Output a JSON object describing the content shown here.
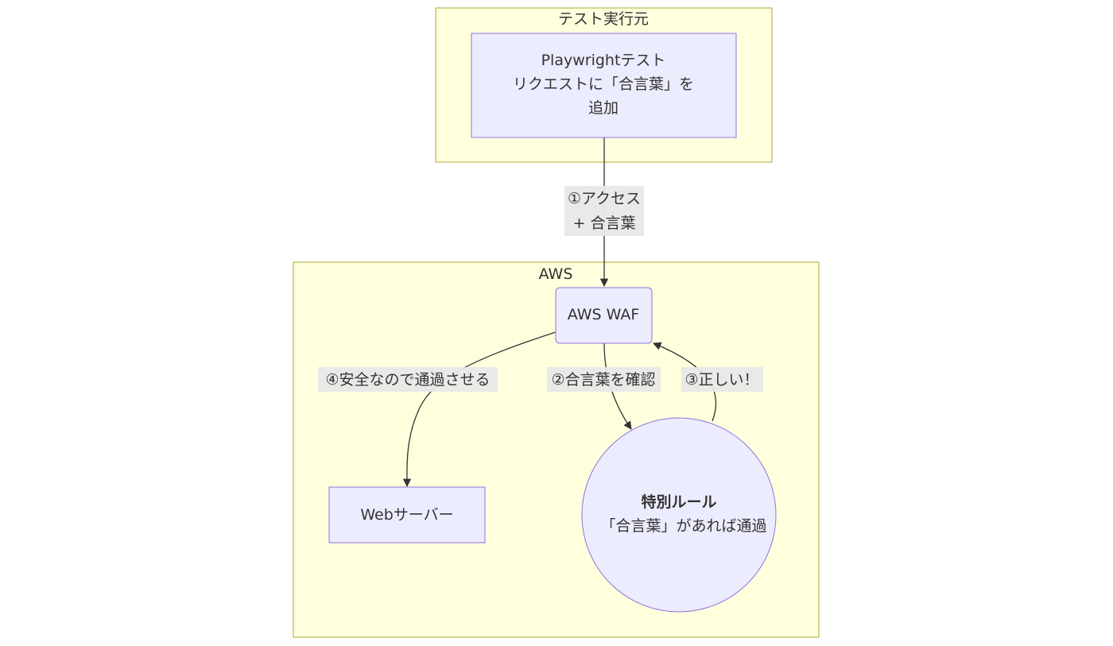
{
  "clusters": {
    "test_origin": {
      "label": "テスト実行元"
    },
    "aws": {
      "label": "AWS"
    }
  },
  "nodes": {
    "playwright": {
      "lines": [
        "Playwrightテスト",
        "リクエストに「合言葉」を",
        "追加"
      ]
    },
    "waf": {
      "label": "AWS WAF"
    },
    "web_server": {
      "label": "Webサーバー"
    },
    "special_rule": {
      "title": "特別ルール",
      "subtitle": "「合言葉」があれば通過"
    }
  },
  "edges": {
    "access": {
      "lines": [
        "①アクセス",
        "+ 合言葉"
      ]
    },
    "check": {
      "label": "②合言葉を確認"
    },
    "correct": {
      "label": "③正しい！"
    },
    "pass": {
      "label": "④安全なので通過させる"
    }
  },
  "colors": {
    "cluster_fill": "#ffffde",
    "cluster_stroke": "#aaaa33",
    "node_fill": "#ececff",
    "node_stroke": "#9370db",
    "edge": "#333333",
    "edge_label_bg": "#e8e8e8"
  }
}
